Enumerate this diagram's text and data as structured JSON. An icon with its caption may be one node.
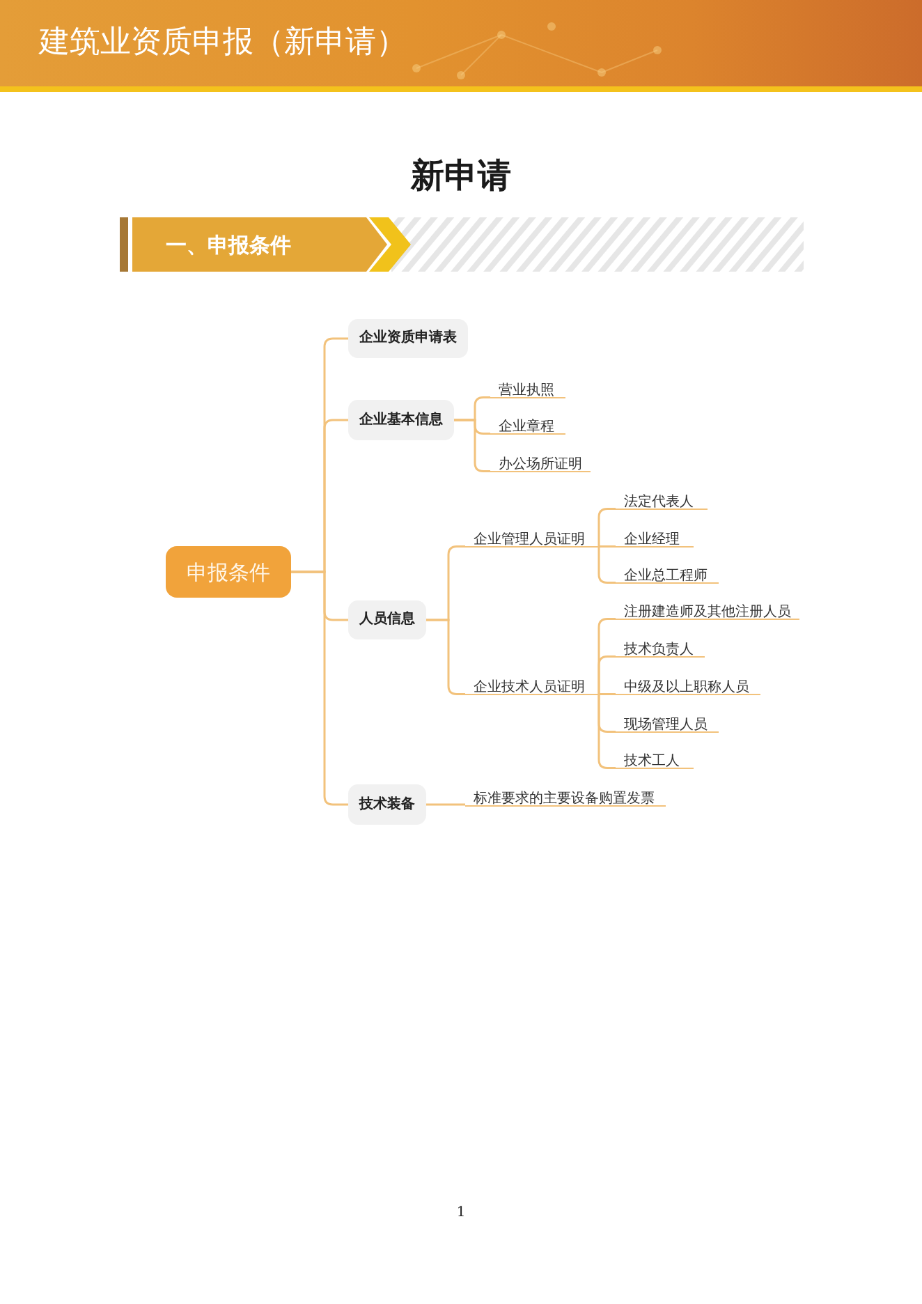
{
  "diagram": {
    "title": "新申请",
    "nodes": [
      {
        "text": [
          "建筑业资质申报（新申请）"
        ]
      },
      {
        "text": [
          "一、申报条件"
        ]
      },
      {
        "text": [
          "申报条件"
        ]
      },
      {
        "text": [
          "企业资质申请表"
        ]
      },
      {
        "text": [
          "企业基本信息"
        ]
      },
      {
        "text": [
          "营业执照"
        ]
      },
      {
        "text": [
          "企业章程"
        ]
      },
      {
        "text": [
          "办公场所证明"
        ]
      },
      {
        "text": [
          "人员信息"
        ]
      },
      {
        "text": [
          "企业管理人员证明"
        ]
      },
      {
        "text": [
          "法定代表人"
        ]
      },
      {
        "text": [
          "企业经理"
        ]
      },
      {
        "text": [
          "企业总工程师"
        ]
      },
      {
        "text": [
          "企业技术人员证明"
        ]
      },
      {
        "text": [
          "注册建造师及其他注册人员"
        ]
      },
      {
        "text": [
          "技术负责人"
        ]
      },
      {
        "text": [
          "中级及以上职称人员"
        ]
      },
      {
        "text": [
          "现场管理人员"
        ]
      },
      {
        "text": [
          "技术工人"
        ]
      },
      {
        "text": [
          "技术装备"
        ]
      },
      {
        "text": [
          "标准要求的主要设备购置发票"
        ]
      }
    ],
    "edges": [
      {
        "from": 2,
        "to": 3,
        "arrow": "none"
      },
      {
        "from": 2,
        "to": 4,
        "arrow": "none"
      },
      {
        "from": 4,
        "to": 5,
        "arrow": "none"
      },
      {
        "from": 4,
        "to": 6,
        "arrow": "none"
      },
      {
        "from": 4,
        "to": 7,
        "arrow": "none"
      },
      {
        "from": 2,
        "to": 8,
        "arrow": "none"
      },
      {
        "from": 8,
        "to": 9,
        "arrow": "none"
      },
      {
        "from": 9,
        "to": 10,
        "arrow": "none"
      },
      {
        "from": 9,
        "to": 11,
        "arrow": "none"
      },
      {
        "from": 9,
        "to": 12,
        "arrow": "none"
      },
      {
        "from": 8,
        "to": 13,
        "arrow": "none"
      },
      {
        "from": 13,
        "to": 14,
        "arrow": "none"
      },
      {
        "from": 13,
        "to": 15,
        "arrow": "none"
      },
      {
        "from": 13,
        "to": 16,
        "arrow": "none"
      },
      {
        "from": 13,
        "to": 17,
        "arrow": "none"
      },
      {
        "from": 13,
        "to": 18,
        "arrow": "none"
      },
      {
        "from": 2,
        "to": 19,
        "arrow": "none"
      },
      {
        "from": 19,
        "to": 20,
        "arrow": "none"
      }
    ],
    "labels": [
      "1"
    ]
  }
}
